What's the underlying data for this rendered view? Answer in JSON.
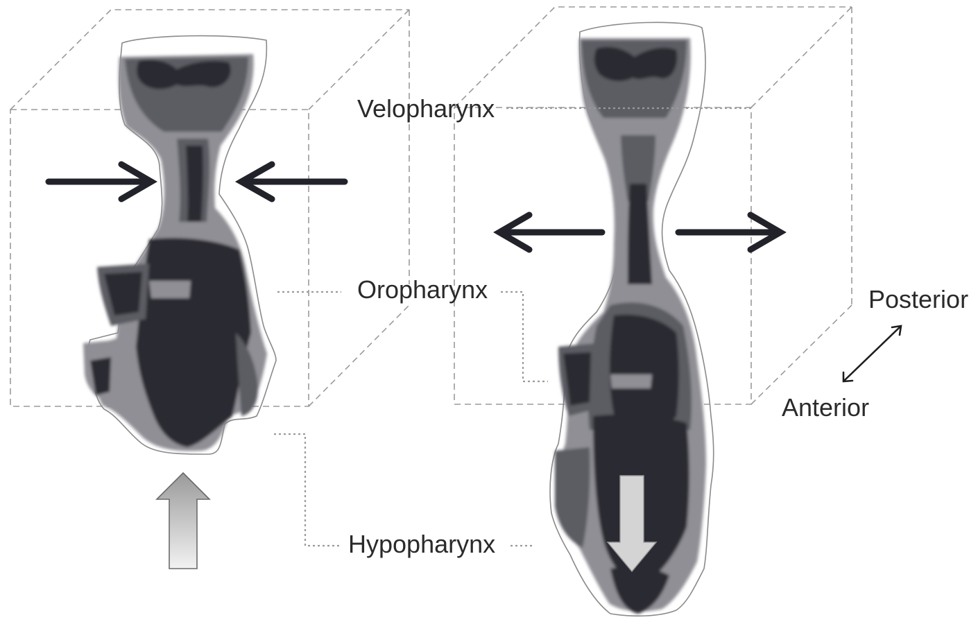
{
  "labels": {
    "velopharynx": "Velopharynx",
    "oropharynx": "Oropharynx",
    "hypopharynx": "Hypopharynx",
    "posterior": "Posterior",
    "anterior": "Anterior"
  },
  "colors": {
    "airway_dark": "#2b2b31",
    "airway_mid": "#5c5c63",
    "airway_light": "#8f8f95",
    "outline": "#8a8a8a",
    "dashed_box": "#9a9a9a",
    "arrow_dark": "#22232a",
    "arrow_light_fill": "#d4d4d4"
  },
  "icons": {
    "compression_arrows": "arrow-inward-icons",
    "expansion_arrows": "arrow-outward-icons",
    "up_arrow": "arrow-up-block-icon",
    "down_arrow": "arrow-down-block-icon",
    "orientation": "double-headed-arrow-icon"
  }
}
